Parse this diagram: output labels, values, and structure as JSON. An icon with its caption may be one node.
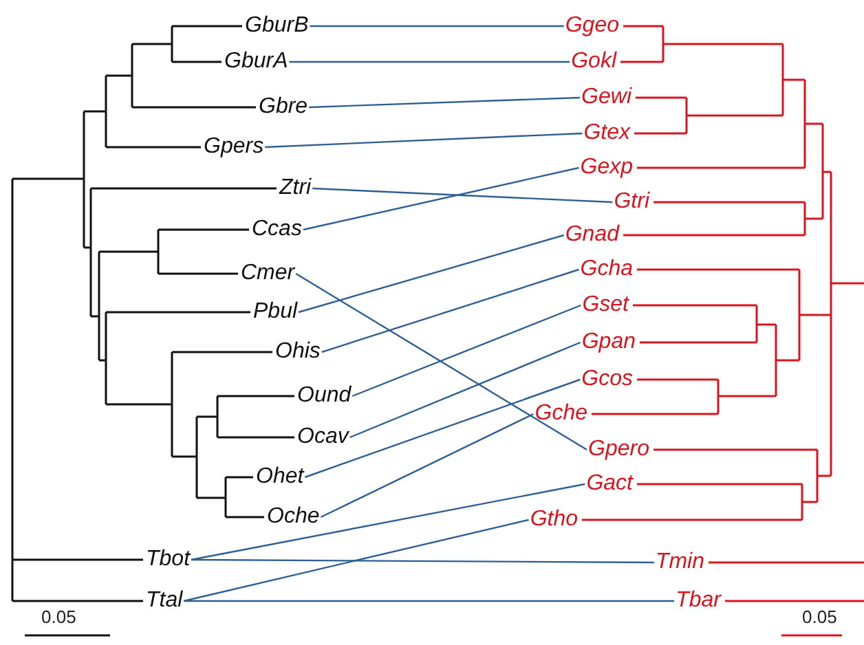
{
  "diagram": {
    "nodes": [
      {
        "text": [
          "GburB"
        ]
      },
      {
        "text": [
          "GburA"
        ]
      },
      {
        "text": [
          "Gbre"
        ]
      },
      {
        "text": [
          "Gpers"
        ]
      },
      {
        "text": [
          "Ztri"
        ]
      },
      {
        "text": [
          "Ccas"
        ]
      },
      {
        "text": [
          "Cmer"
        ]
      },
      {
        "text": [
          "Pbul"
        ]
      },
      {
        "text": [
          "Ohis"
        ]
      },
      {
        "text": [
          "Ound"
        ]
      },
      {
        "text": [
          "Ocav"
        ]
      },
      {
        "text": [
          "Ohet"
        ]
      },
      {
        "text": [
          "Oche"
        ]
      },
      {
        "text": [
          "Tbot"
        ]
      },
      {
        "text": [
          "Ttal"
        ]
      },
      {
        "text": [
          "Ggeo"
        ]
      },
      {
        "text": [
          "Gokl"
        ]
      },
      {
        "text": [
          "Gewi"
        ]
      },
      {
        "text": [
          "Gtex"
        ]
      },
      {
        "text": [
          "Gexp"
        ]
      },
      {
        "text": [
          "Gtri"
        ]
      },
      {
        "text": [
          "Gnad"
        ]
      },
      {
        "text": [
          "Gcha"
        ]
      },
      {
        "text": [
          "Gset"
        ]
      },
      {
        "text": [
          "Gpan"
        ]
      },
      {
        "text": [
          "Gcos"
        ]
      },
      {
        "text": [
          "Gche"
        ]
      },
      {
        "text": [
          "Gpero"
        ]
      },
      {
        "text": [
          "Gact"
        ]
      },
      {
        "text": [
          "Gtho"
        ]
      },
      {
        "text": [
          "Tmin"
        ]
      },
      {
        "text": [
          "Tbar"
        ]
      }
    ],
    "edges": [
      {
        "from": 0,
        "to": 15,
        "arrow": "none"
      },
      {
        "from": 1,
        "to": 16,
        "arrow": "none"
      },
      {
        "from": 2,
        "to": 17,
        "arrow": "none"
      },
      {
        "from": 3,
        "to": 18,
        "arrow": "none"
      },
      {
        "from": 4,
        "to": 20,
        "arrow": "none"
      },
      {
        "from": 5,
        "to": 19,
        "arrow": "none"
      },
      {
        "from": 6,
        "to": 27,
        "arrow": "none"
      },
      {
        "from": 7,
        "to": 21,
        "arrow": "none"
      },
      {
        "from": 8,
        "to": 22,
        "arrow": "none"
      },
      {
        "from": 9,
        "to": 23,
        "arrow": "none"
      },
      {
        "from": 10,
        "to": 24,
        "arrow": "none"
      },
      {
        "from": 11,
        "to": 25,
        "arrow": "none"
      },
      {
        "from": 12,
        "to": 26,
        "arrow": "none"
      },
      {
        "from": 13,
        "to": 28,
        "arrow": "none"
      },
      {
        "from": 13,
        "to": 30,
        "arrow": "none"
      },
      {
        "from": 14,
        "to": 29,
        "arrow": "none"
      },
      {
        "from": 14,
        "to": 31,
        "arrow": "none"
      }
    ],
    "labels": [
      "0.05",
      "0.05"
    ]
  }
}
